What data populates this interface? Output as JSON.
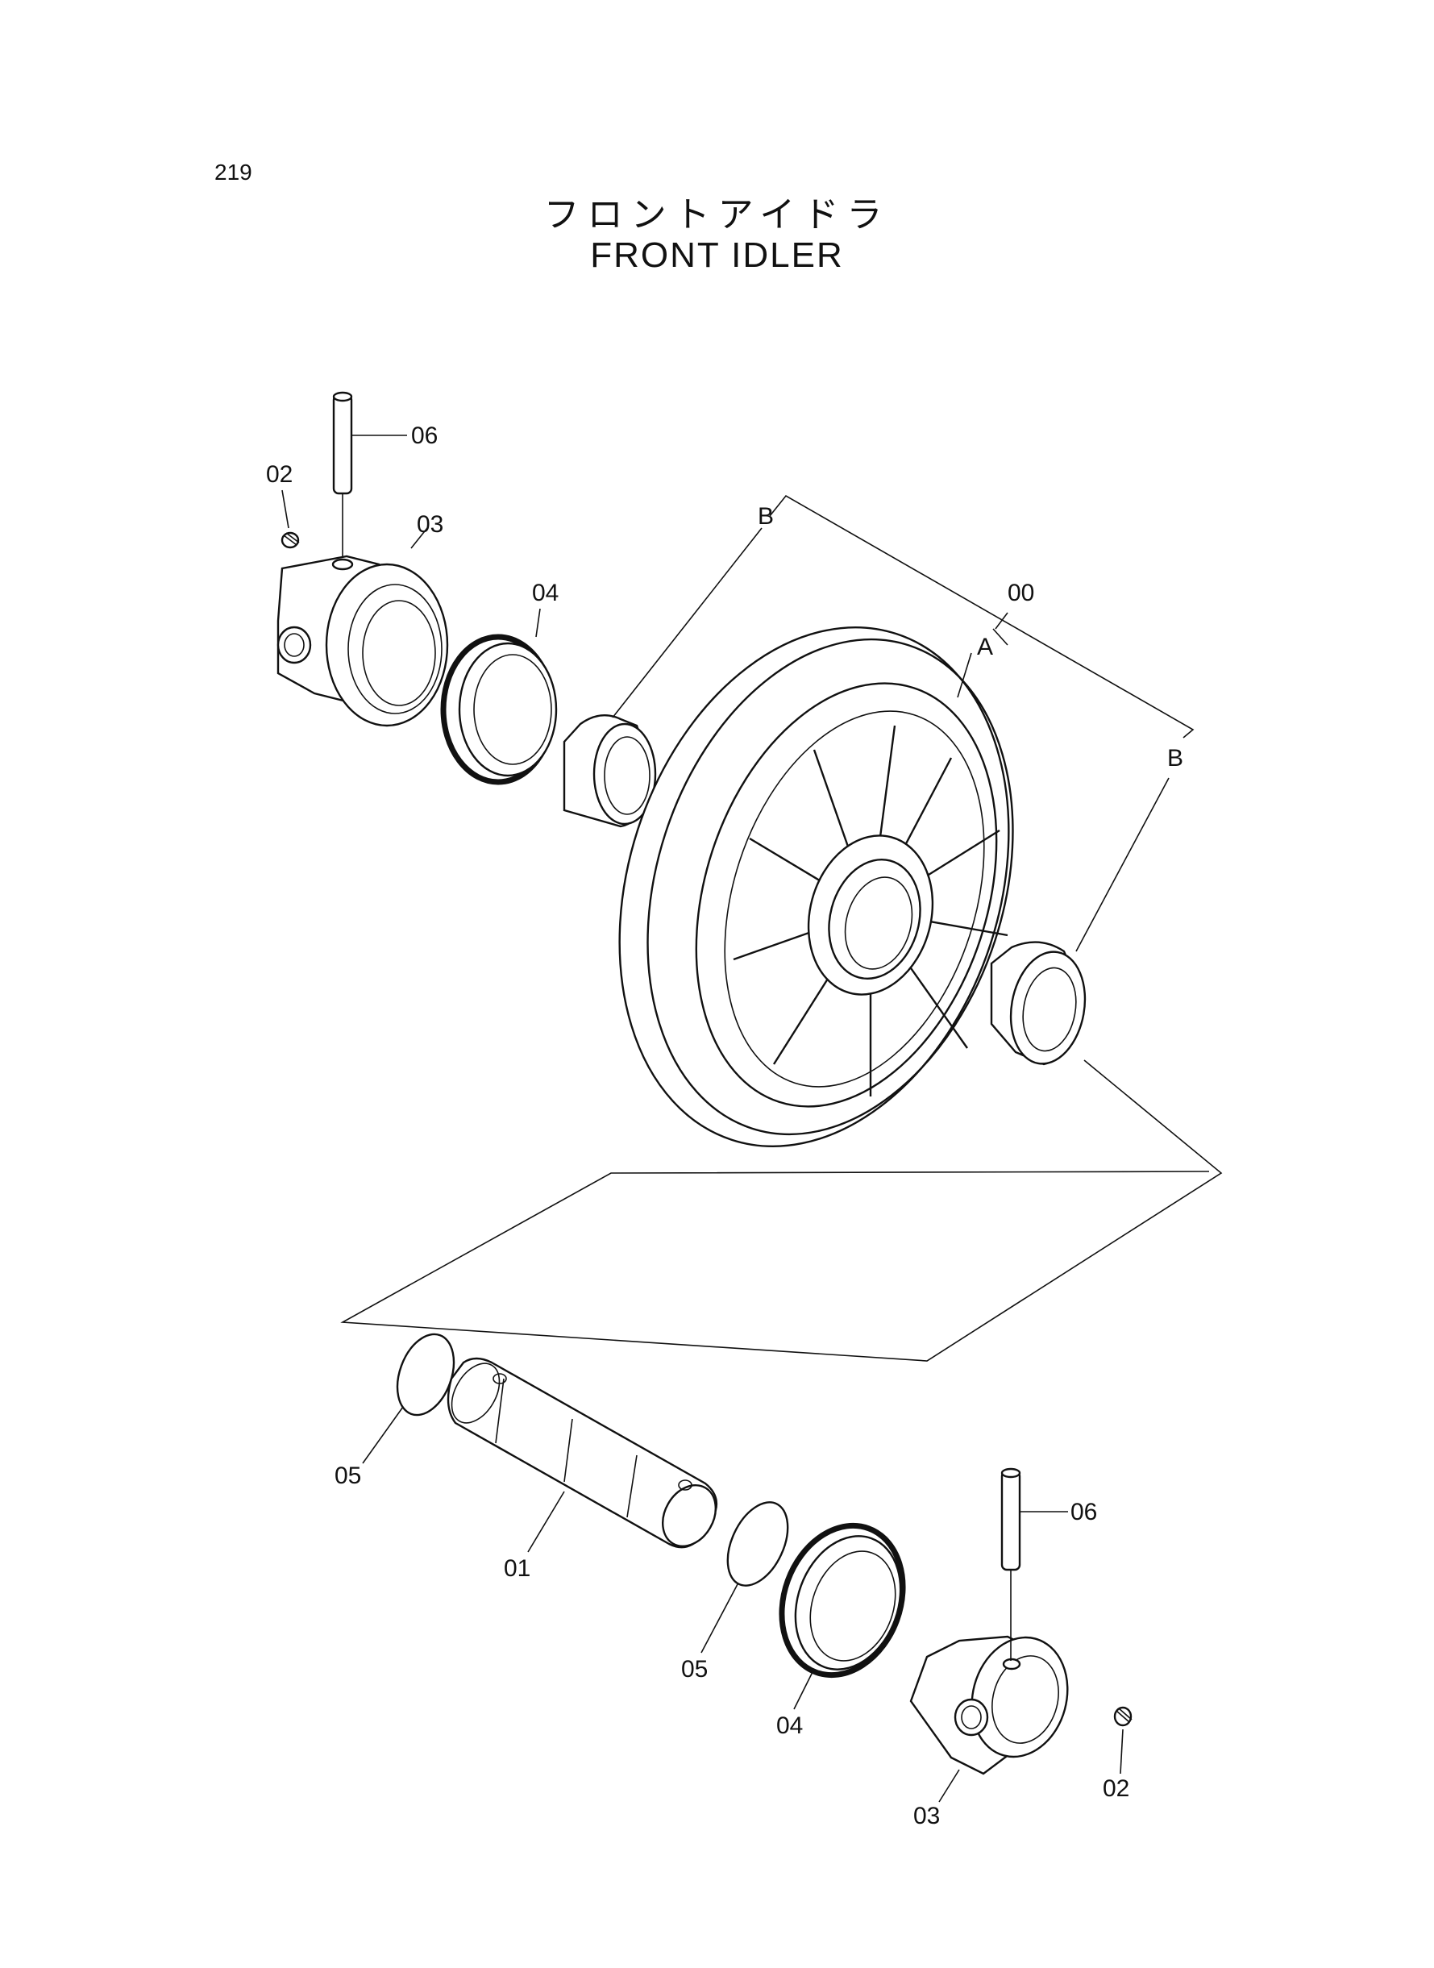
{
  "page": {
    "number": "219"
  },
  "title": {
    "japanese": "フロントアイドラ",
    "english": "FRONT  IDLER"
  },
  "callouts": {
    "pin_top": "06",
    "plug_top": "02",
    "collar_top": "03",
    "seal_top": "04",
    "assembly": "00",
    "wheel": "A",
    "bushing_top": "B",
    "bushing_right": "B",
    "oring_left": "05",
    "shaft": "01",
    "oring_right": "05",
    "seal_bottom": "04",
    "collar_bottom": "03",
    "pin_bottom": "06",
    "plug_bottom": "02"
  }
}
